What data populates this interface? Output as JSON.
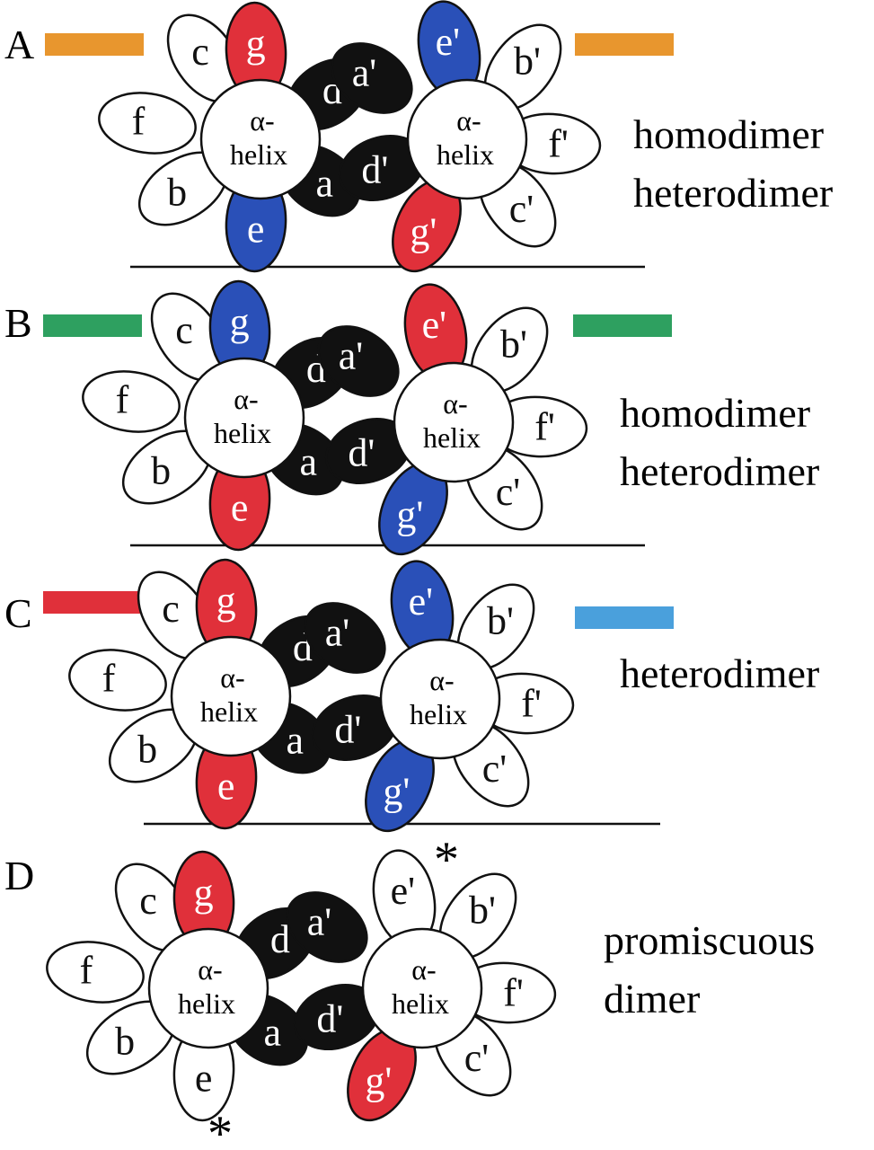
{
  "colors": {
    "red": "#e0303a",
    "blue": "#2a50b8",
    "black": "#111111",
    "white": "#ffffff",
    "orange": "#e8962e",
    "green": "#2ea060",
    "lightblue": "#4aa0dc"
  },
  "helix_label": [
    "α-",
    "helix"
  ],
  "panels": [
    {
      "label": "A",
      "bars": [
        "orange",
        "orange"
      ],
      "text": [
        "homodimer",
        "heterodimer"
      ],
      "left": {
        "c": "white",
        "g": "red",
        "d": "black",
        "a": "black",
        "e": "blue",
        "b": "white",
        "f": "white"
      },
      "right": {
        "e'": "blue",
        "b'": "white",
        "f'": "white",
        "c'": "white",
        "g'": "red",
        "d'": "black",
        "a'": "black"
      },
      "asterisks": []
    },
    {
      "label": "B",
      "bars": [
        "green",
        "green"
      ],
      "text": [
        "homodimer",
        "heterodimer"
      ],
      "left": {
        "c": "white",
        "g": "blue",
        "d": "black",
        "a": "black",
        "e": "red",
        "b": "white",
        "f": "white"
      },
      "right": {
        "e'": "red",
        "b'": "white",
        "f'": "white",
        "c'": "white",
        "g'": "blue",
        "d'": "black",
        "a'": "black"
      },
      "asterisks": []
    },
    {
      "label": "C",
      "bars": [
        "red",
        "lightblue"
      ],
      "text": [
        "heterodimer"
      ],
      "left": {
        "c": "white",
        "g": "red",
        "d": "black",
        "a": "black",
        "e": "red",
        "b": "white",
        "f": "white"
      },
      "right": {
        "e'": "blue",
        "b'": "white",
        "f'": "white",
        "c'": "white",
        "g'": "blue",
        "d'": "black",
        "a'": "black"
      },
      "asterisks": []
    },
    {
      "label": "D",
      "bars": [],
      "text": [
        "promiscuous",
        "dimer"
      ],
      "left": {
        "c": "white",
        "g": "red",
        "d": "black",
        "a": "black",
        "e": "white",
        "b": "white",
        "f": "white"
      },
      "right": {
        "e'": "white",
        "b'": "white",
        "f'": "white",
        "c'": "white",
        "g'": "red",
        "d'": "black",
        "a'": "black"
      },
      "asterisks": [
        "*",
        "*"
      ]
    }
  ]
}
